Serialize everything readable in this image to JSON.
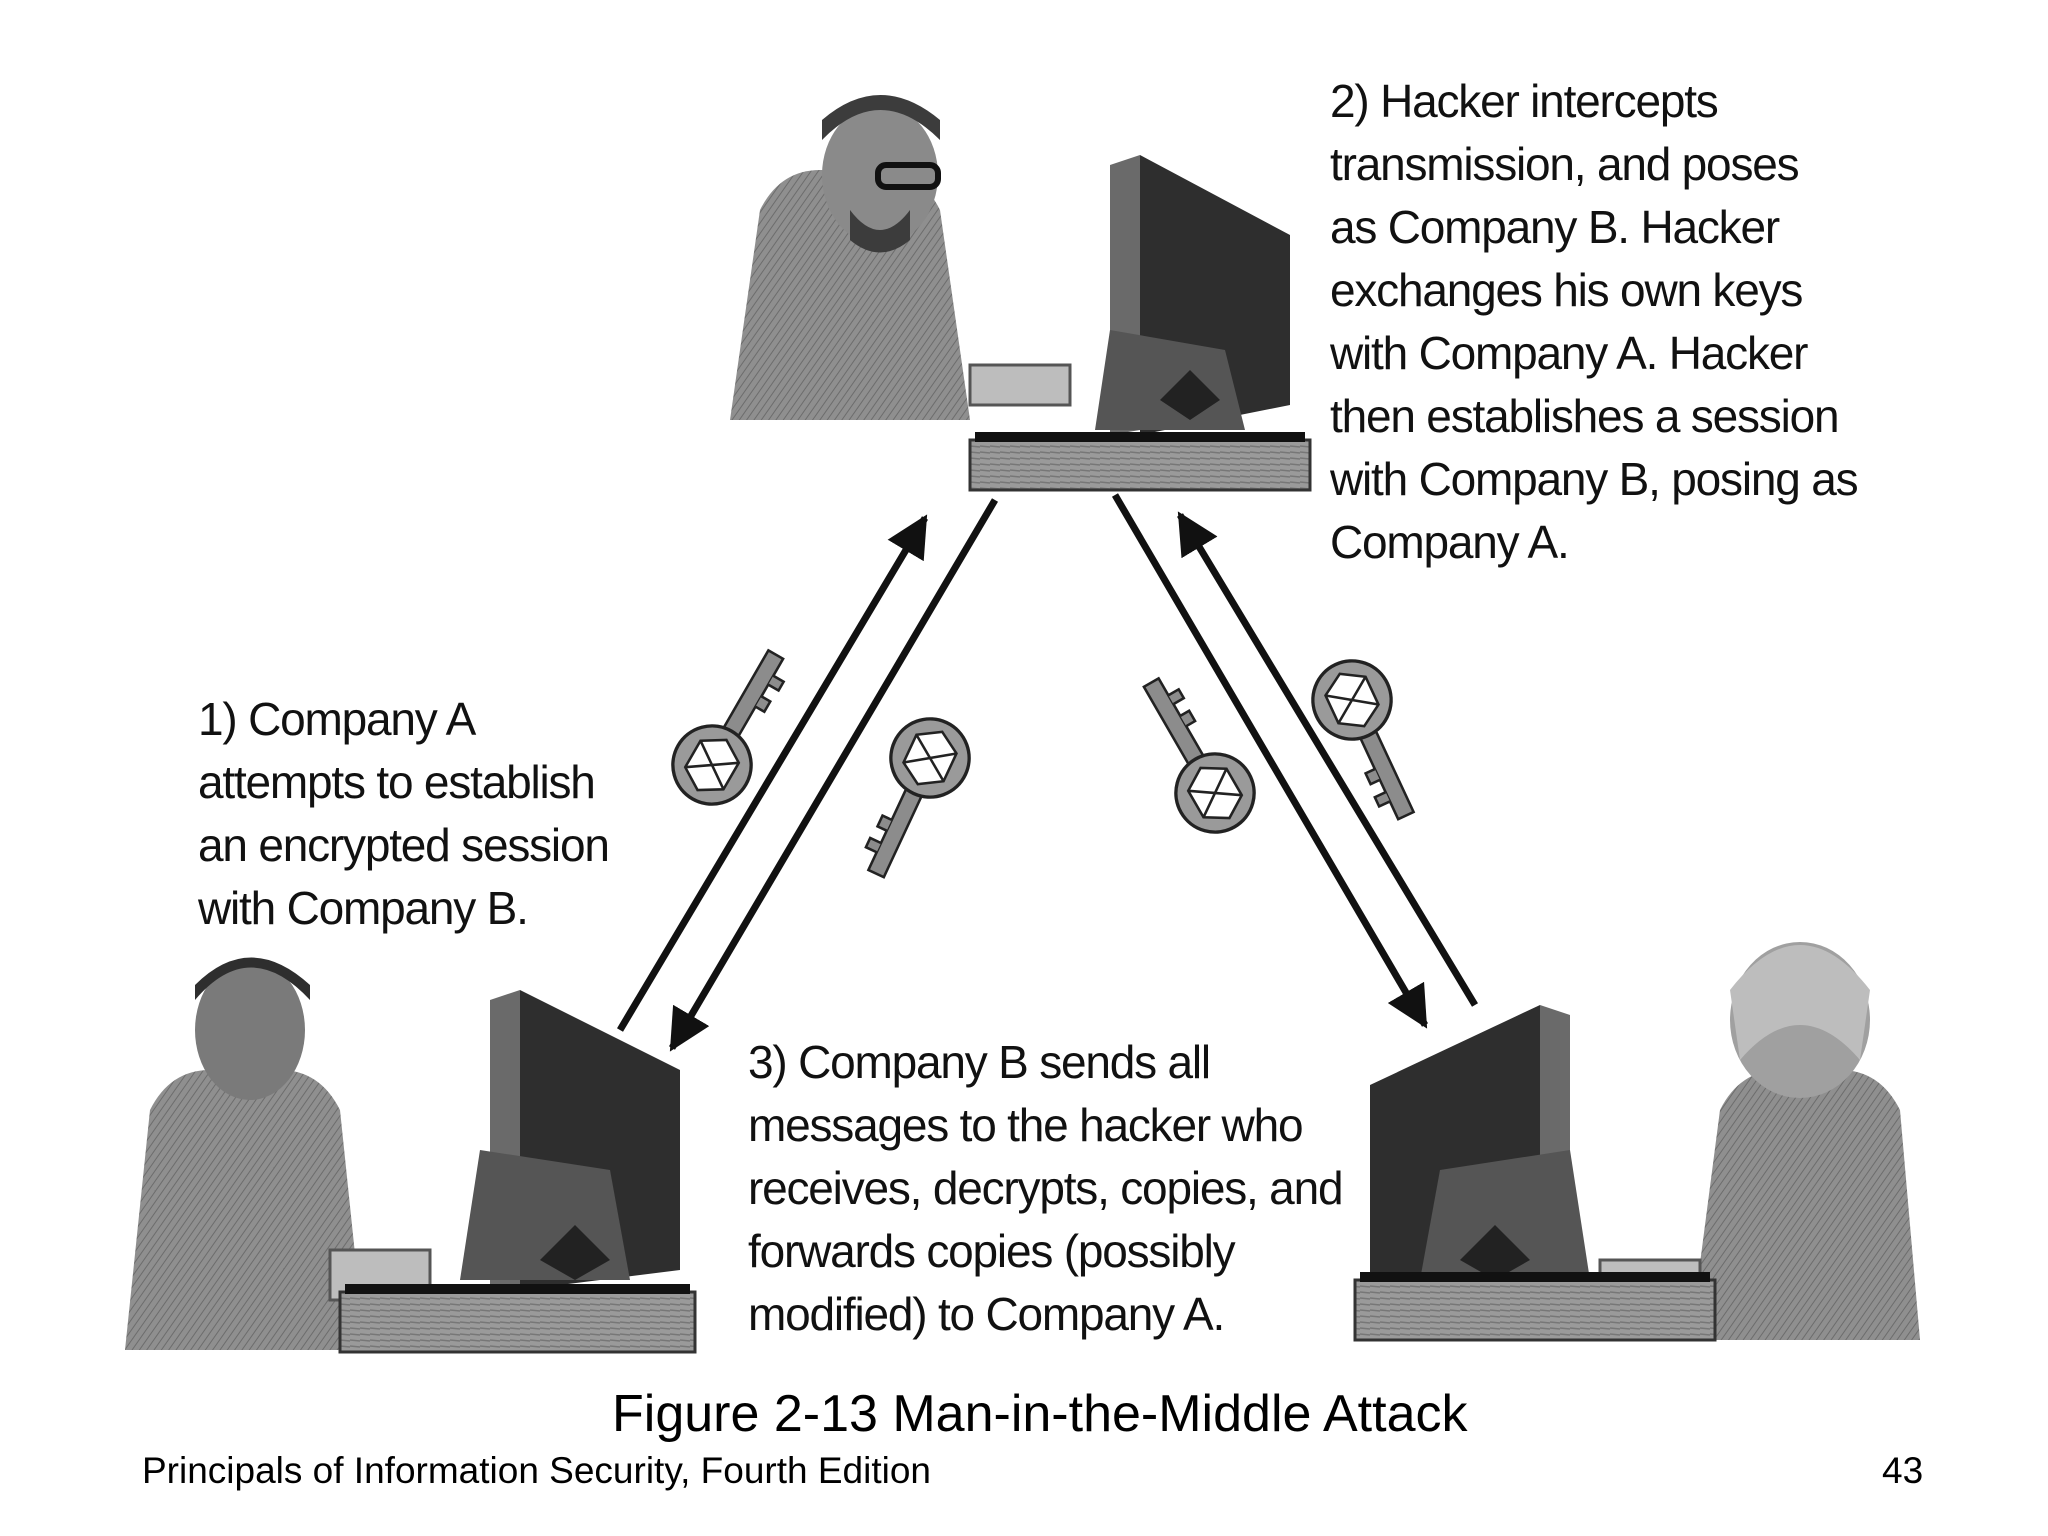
{
  "steps": {
    "step1": [
      "1) Company A",
      "attempts to establish",
      "an encrypted session",
      "with Company B."
    ],
    "step2": [
      "2) Hacker intercepts",
      "transmission, and poses",
      "as Company B. Hacker",
      "exchanges his own keys",
      "with Company A. Hacker",
      "then establishes a session",
      "with Company B, posing as",
      "Company A."
    ],
    "step3": [
      "3) Company B sends all",
      "messages to the hacker who",
      "receives, decrypts, copies, and",
      "forwards copies (possibly",
      "modified) to Company A."
    ]
  },
  "caption": "Figure 2-13 Man-in-the-Middle Attack",
  "footer": {
    "source": "Principals of Information Security, Fourth Edition",
    "page": "43"
  },
  "colors": {
    "ink": "#111111",
    "figure_gray": "#8a8a8a",
    "figure_dark": "#4a4a4a",
    "background": "#ffffff"
  },
  "icons": [
    "person-at-computer-icon",
    "key-icon",
    "double-arrow-icon"
  ]
}
